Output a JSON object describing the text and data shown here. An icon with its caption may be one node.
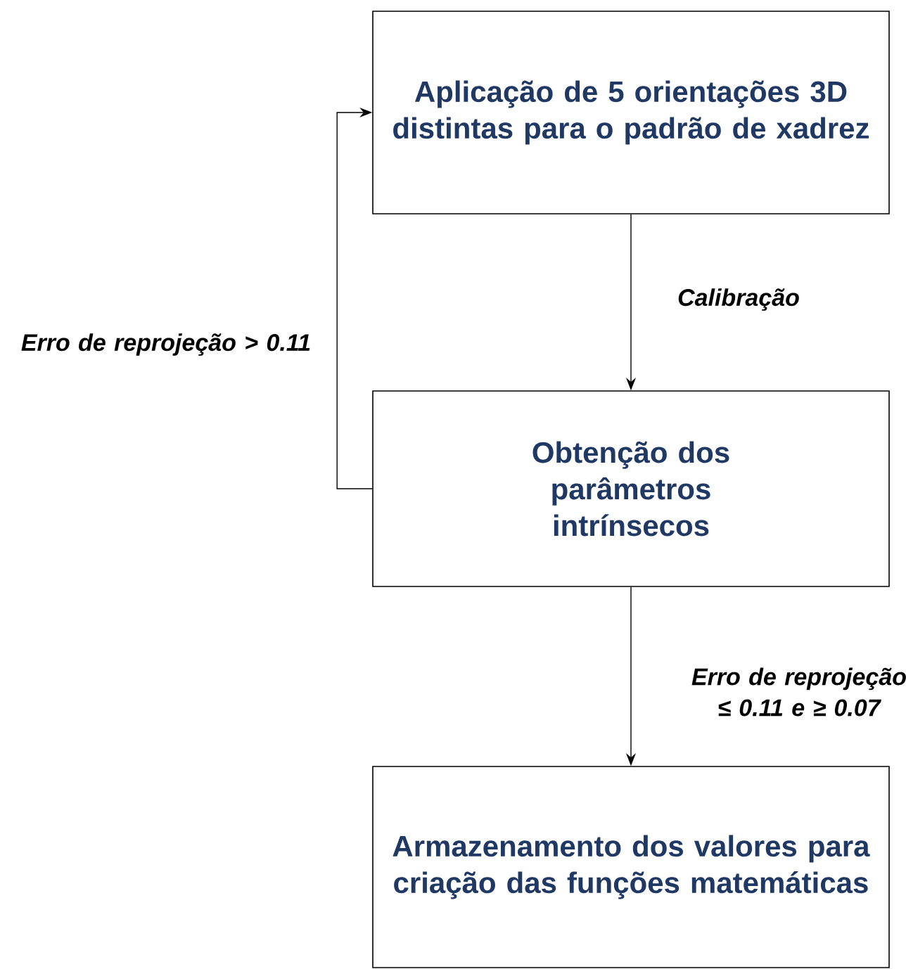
{
  "diagram": {
    "nodes": [
      {
        "text": [
          "Aplicação de 5 orientações 3D distintas para o padrão de xadrez"
        ]
      },
      {
        "text": [
          "Obtenção dos parâmetros intrínsecos"
        ]
      },
      {
        "text": [
          "Armazenamento dos valores para criação das funções matemáticas"
        ]
      }
    ],
    "edges": [
      {
        "from": 0,
        "to": 1,
        "arrow": "to",
        "label": "Calibração"
      },
      {
        "from": 1,
        "to": 0,
        "arrow": "to",
        "label": "Erro de reprojeção > 0.11"
      },
      {
        "from": 1,
        "to": 2,
        "arrow": "to",
        "label": "Erro de reprojeção ≤ 0.11 e ≥ 0.07"
      }
    ]
  }
}
